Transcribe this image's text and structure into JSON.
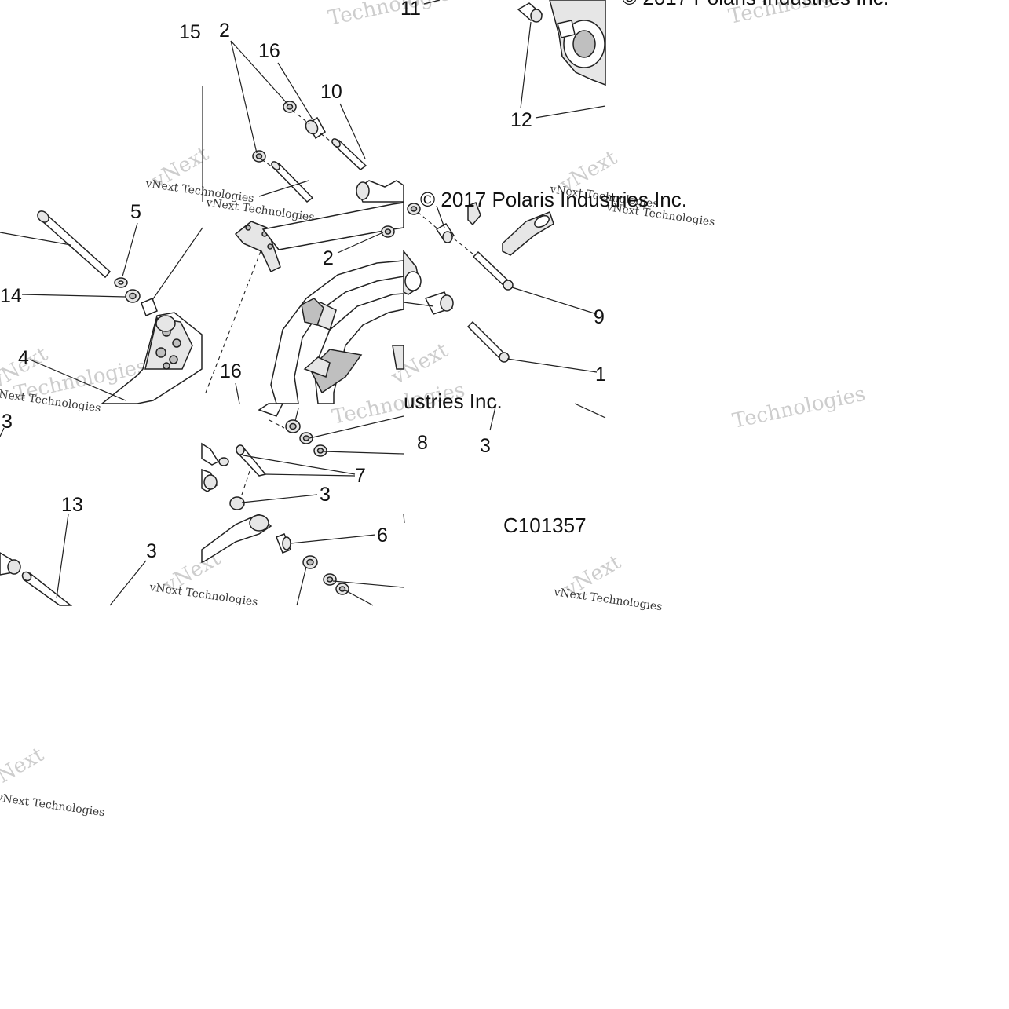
{
  "diagram": {
    "drawing_number": "C101357",
    "copyright_texts": [
      "© 2017 Polaris Industries Inc.",
      "© 2017 Polaris Industries Inc.",
      "ustries Inc."
    ],
    "watermarks": {
      "technologies": "Technologies",
      "vnext": "vNext",
      "vnext_tec": "vNext Technologies"
    },
    "callouts": [
      "15",
      "2",
      "16",
      "10",
      "11",
      "12",
      "5",
      "2",
      "14",
      "4",
      "9",
      "1",
      "16",
      "8",
      "3",
      "3",
      "13",
      "3",
      "7",
      "3",
      "6"
    ]
  }
}
